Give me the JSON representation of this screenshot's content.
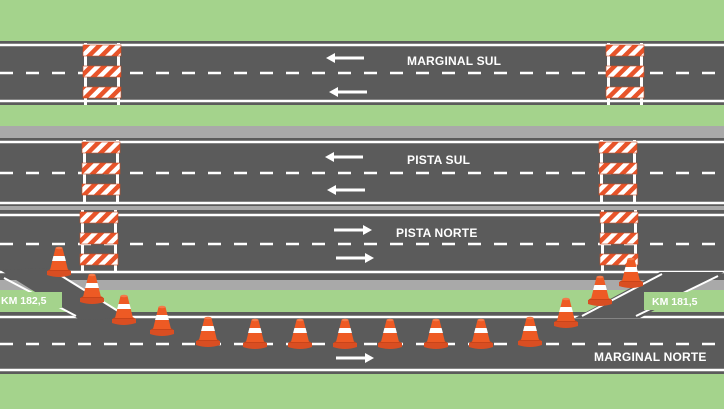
{
  "roads": {
    "marginal_sul": {
      "label": "MARGINAL SUL",
      "direction": "west"
    },
    "pista_sul": {
      "label": "PISTA SUL",
      "direction": "west"
    },
    "pista_norte": {
      "label": "PISTA NORTE",
      "direction": "east"
    },
    "marginal_norte": {
      "label": "MARGINAL NORTE",
      "direction": "east"
    }
  },
  "markers": {
    "km_left": "KM 182,5",
    "km_right": "KM 181,5"
  },
  "colors": {
    "grass": "#a4d38c",
    "asphalt": "#5b5b5b",
    "median": "#a9a9a9",
    "barrier_orange": "#e8542a",
    "cone_orange": "#ee5a24"
  },
  "icons": [
    "arrow-left-icon",
    "arrow-right-icon",
    "barricade-icon",
    "traffic-cone-icon"
  ]
}
